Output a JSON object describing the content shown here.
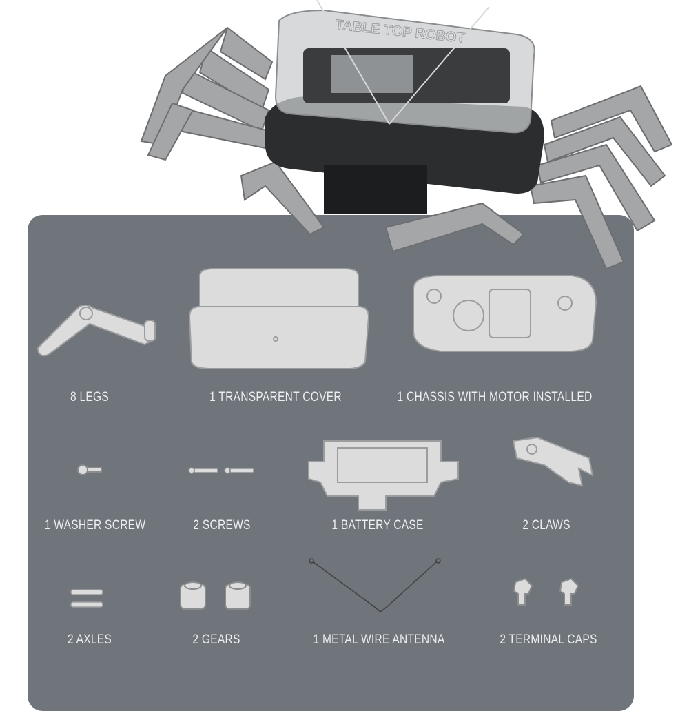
{
  "product": {
    "cover_emboss": "TABLE TOP ROBOT"
  },
  "parts": [
    {
      "label": "8 LEGS",
      "icon": "leg-icon"
    },
    {
      "label": "1 TRANSPARENT COVER",
      "icon": "cover-icon"
    },
    {
      "label": "1 CHASSIS WITH MOTOR INSTALLED",
      "icon": "chassis-icon"
    },
    {
      "label": "1 WASHER SCREW",
      "icon": "washer-screw-icon"
    },
    {
      "label": "2 SCREWS",
      "icon": "screws-icon"
    },
    {
      "label": "1 BATTERY CASE",
      "icon": "battery-case-icon"
    },
    {
      "label": "2 CLAWS",
      "icon": "claw-icon"
    },
    {
      "label": "2 AXLES",
      "icon": "axles-icon"
    },
    {
      "label": "2 GEARS",
      "icon": "gears-icon"
    },
    {
      "label": "1 METAL WIRE ANTENNA",
      "icon": "antenna-icon"
    },
    {
      "label": "2 TERMINAL CAPS",
      "icon": "terminal-caps-icon"
    }
  ],
  "colors": {
    "panel": "#70757b",
    "part_fill": "#dcdcdc",
    "label": "#eceeef",
    "leg": "#a4a6a8"
  }
}
